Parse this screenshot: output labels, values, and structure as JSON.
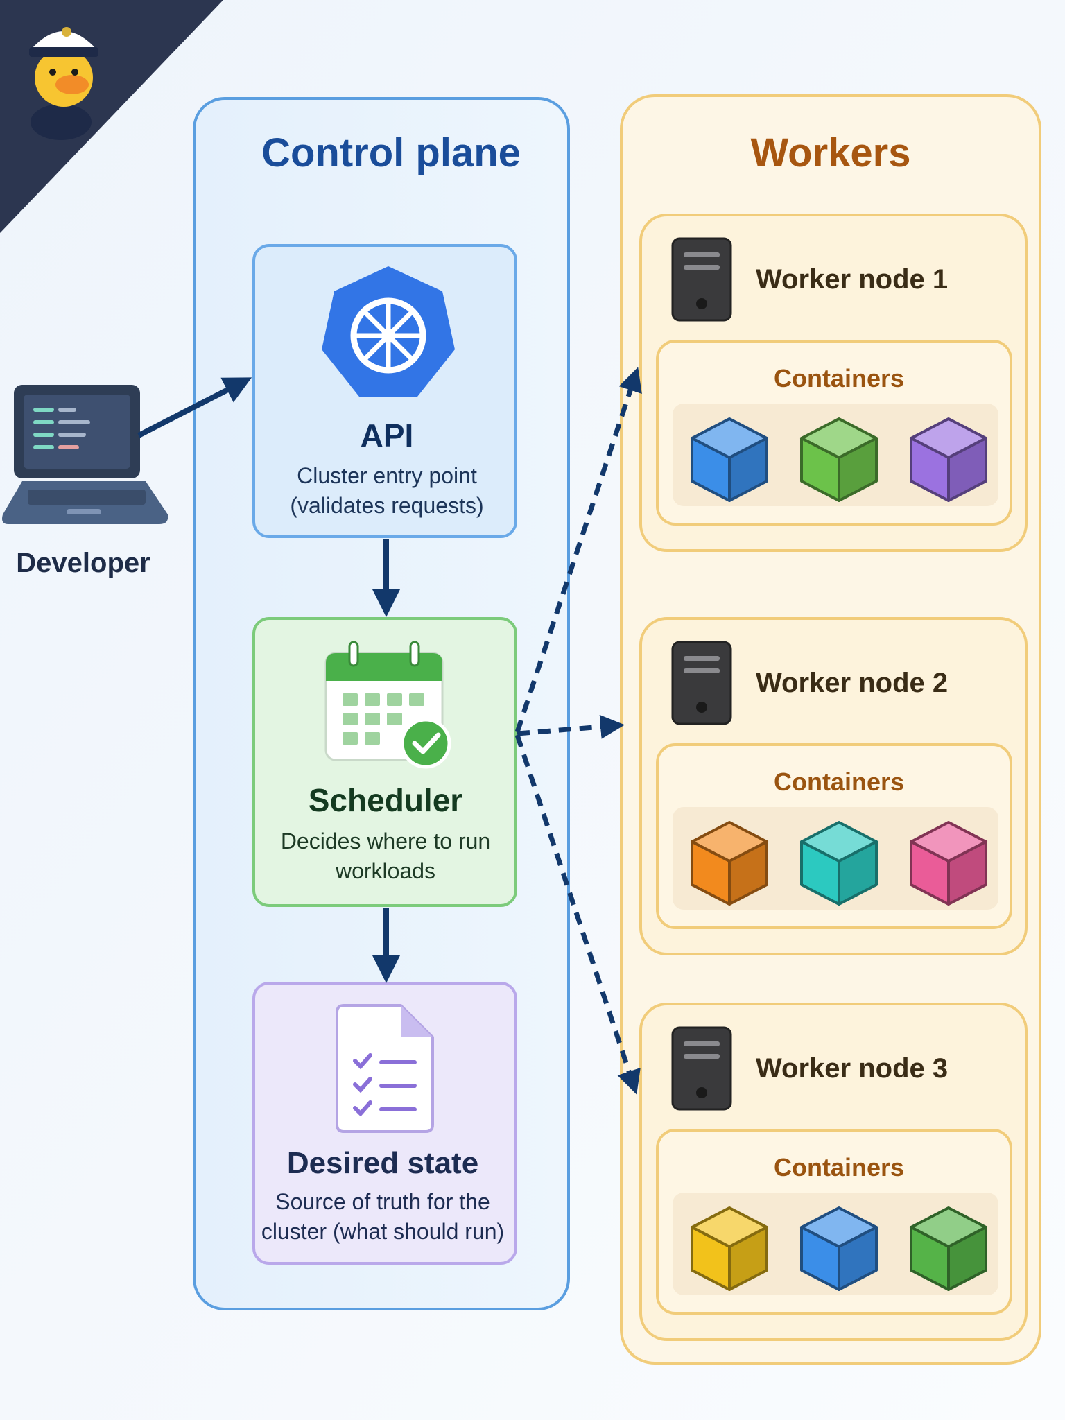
{
  "developer": {
    "label": "Developer"
  },
  "control_plane": {
    "title": "Control plane",
    "api": {
      "title": "API",
      "desc_line1": "Cluster entry point",
      "desc_line2": "(validates requests)"
    },
    "scheduler": {
      "title": "Scheduler",
      "desc_line1": "Decides where to run",
      "desc_line2": "workloads"
    },
    "desired_state": {
      "title": "Desired state",
      "desc_line1": "Source of truth for the",
      "desc_line2": "cluster (what should run)"
    }
  },
  "workers": {
    "title": "Workers",
    "nodes": [
      {
        "label": "Worker node 1",
        "containers_label": "Containers",
        "container_colors": [
          "#3b8ee8",
          "#6cc24a",
          "#9b72e0"
        ]
      },
      {
        "label": "Worker node 2",
        "containers_label": "Containers",
        "container_colors": [
          "#f28a1e",
          "#2cc9c0",
          "#ea5c98"
        ]
      },
      {
        "label": "Worker node 3",
        "containers_label": "Containers",
        "container_colors": [
          "#f2c21b",
          "#3b8ee8",
          "#55b348"
        ]
      }
    ]
  },
  "colors": {
    "control_plane_border": "#5a9ee0",
    "workers_border": "#f1cc7a",
    "api_fill": "#dcecfb",
    "scheduler_fill": "#e3f5e2",
    "desired_state_fill": "#ece8fa",
    "arrow": "#12386b",
    "corner_banner": "#2c3650"
  },
  "icons": {
    "logo": "duck-captain-logo",
    "developer": "laptop-code-icon",
    "api": "kubernetes-wheel-icon",
    "scheduler": "calendar-check-icon",
    "desired_state": "checklist-document-icon",
    "server": "server-icon",
    "container": "cube-icon"
  }
}
